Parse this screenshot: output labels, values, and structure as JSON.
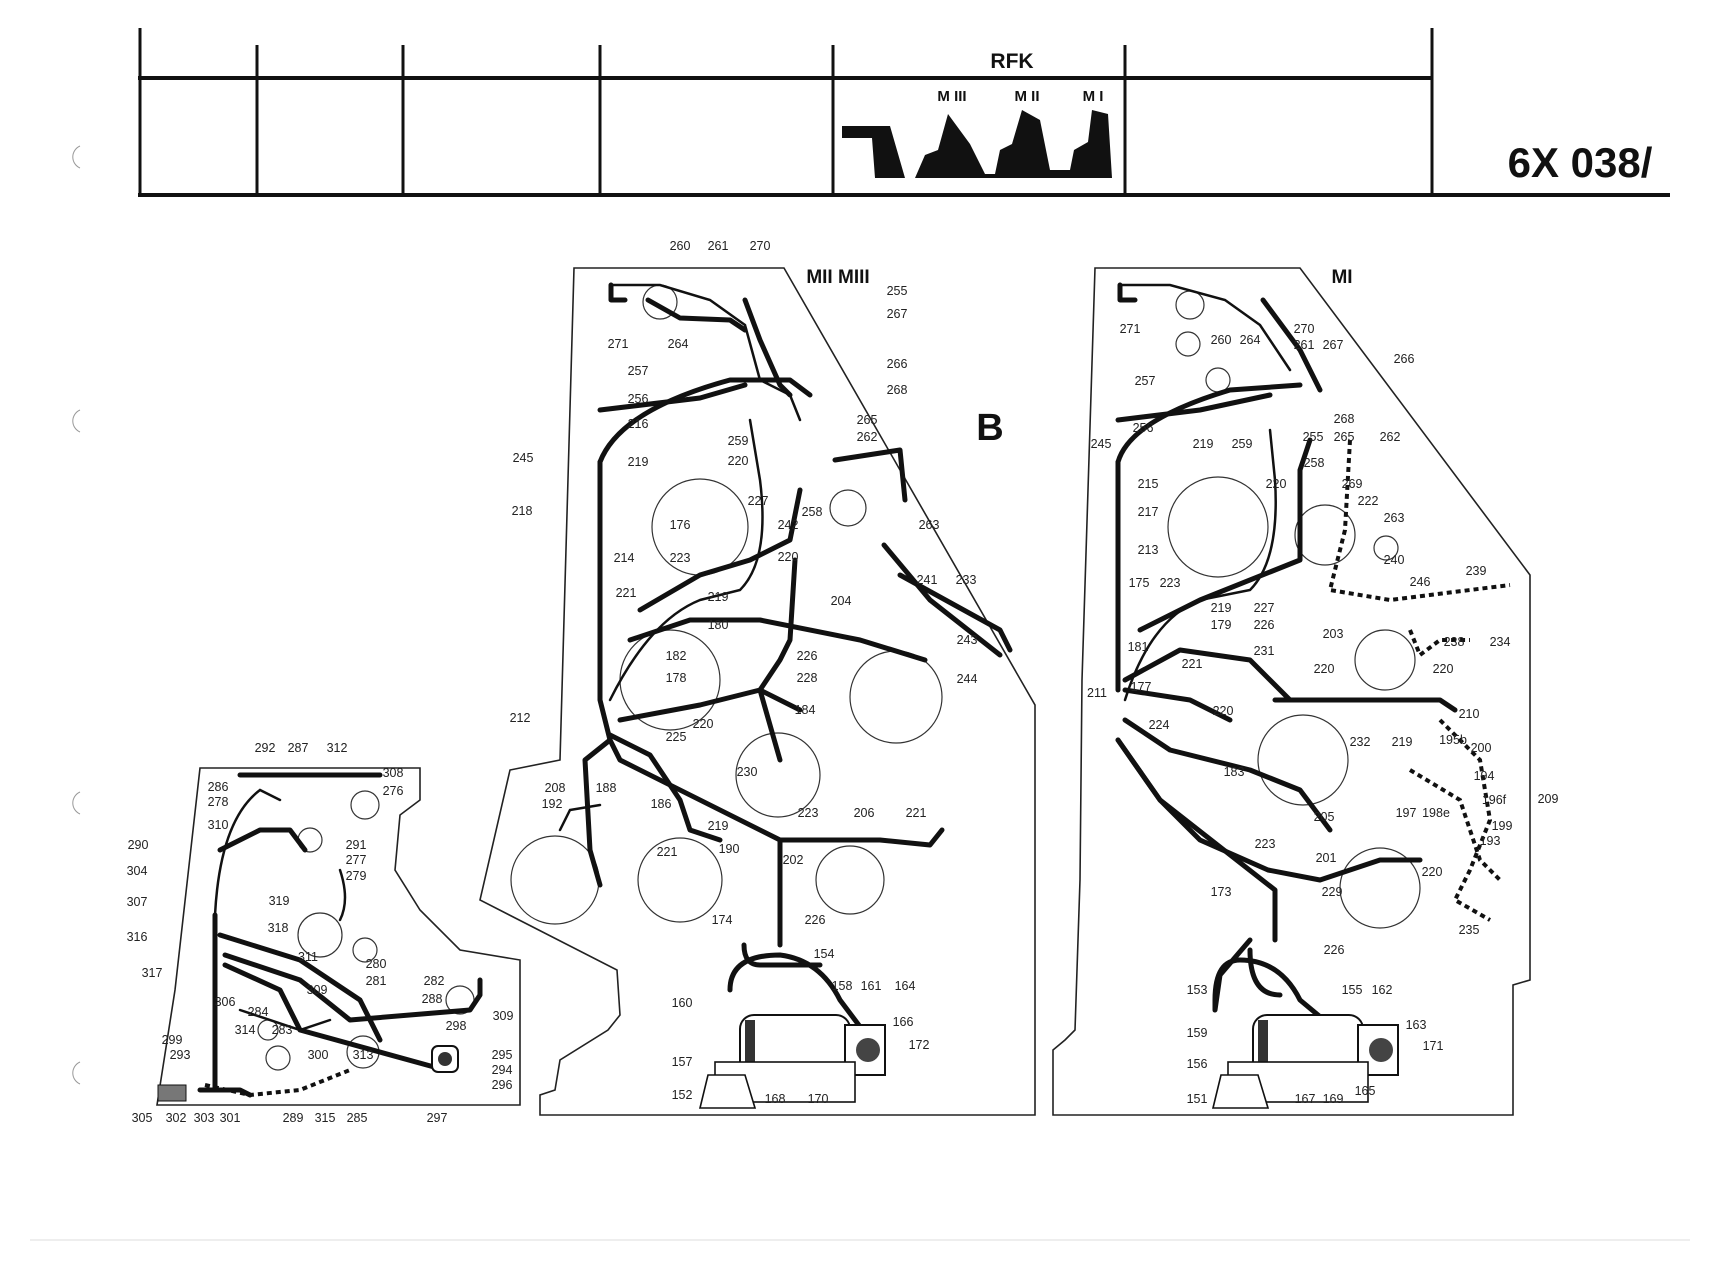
{
  "header": {
    "rfk_label": "RFK",
    "positions": [
      "M III",
      "M II",
      "M I"
    ],
    "doc_number": "6X 038/"
  },
  "section_letter": "B",
  "views": [
    {
      "id": "mii-miii",
      "title": "MII MIII",
      "part_labels": [
        "260",
        "261",
        "270",
        "255",
        "267",
        "266",
        "268",
        "265",
        "262",
        "271",
        "264",
        "257",
        "256",
        "216",
        "245",
        "219",
        "220",
        "259",
        "227",
        "258",
        "242",
        "263",
        "218",
        "176",
        "214",
        "223",
        "241",
        "233",
        "220",
        "204",
        "221",
        "219",
        "180",
        "182",
        "178",
        "226",
        "228",
        "243",
        "244",
        "212",
        "225",
        "184",
        "220",
        "230",
        "208",
        "188",
        "192",
        "186",
        "219",
        "221",
        "190",
        "223",
        "202",
        "206",
        "221",
        "174",
        "226",
        "154",
        "160",
        "158",
        "161",
        "164",
        "166",
        "157",
        "172",
        "152",
        "168",
        "170"
      ]
    },
    {
      "id": "mi",
      "title": "MI",
      "part_labels": [
        "271",
        "260",
        "264",
        "270",
        "261",
        "267",
        "266",
        "257",
        "256",
        "245",
        "219",
        "259",
        "255",
        "265",
        "262",
        "268",
        "258",
        "215",
        "217",
        "213",
        "220",
        "269",
        "222",
        "263",
        "240",
        "175",
        "223",
        "219",
        "179",
        "227",
        "226",
        "246",
        "239",
        "181",
        "221",
        "203",
        "231",
        "238",
        "234",
        "211",
        "177",
        "220",
        "220",
        "210",
        "224",
        "220",
        "232",
        "219",
        "195b",
        "200",
        "183",
        "194",
        "209",
        "197",
        "198e",
        "196f",
        "199",
        "205",
        "193",
        "201",
        "223",
        "220",
        "173",
        "229",
        "235",
        "226",
        "153",
        "155",
        "162",
        "163",
        "159",
        "171",
        "156",
        "151",
        "167",
        "169",
        "165"
      ]
    },
    {
      "id": "engine-bay",
      "title": "",
      "part_labels": [
        "292",
        "287",
        "312",
        "308",
        "286",
        "276",
        "278",
        "310",
        "290",
        "291",
        "277",
        "304",
        "279",
        "307",
        "319",
        "318",
        "316",
        "311",
        "280",
        "317",
        "309",
        "281",
        "282",
        "306",
        "288",
        "284",
        "314",
        "283",
        "298",
        "309",
        "300",
        "313",
        "295",
        "299",
        "293",
        "294",
        "296",
        "305",
        "302",
        "303",
        "301",
        "289",
        "315",
        "285",
        "297"
      ]
    }
  ]
}
